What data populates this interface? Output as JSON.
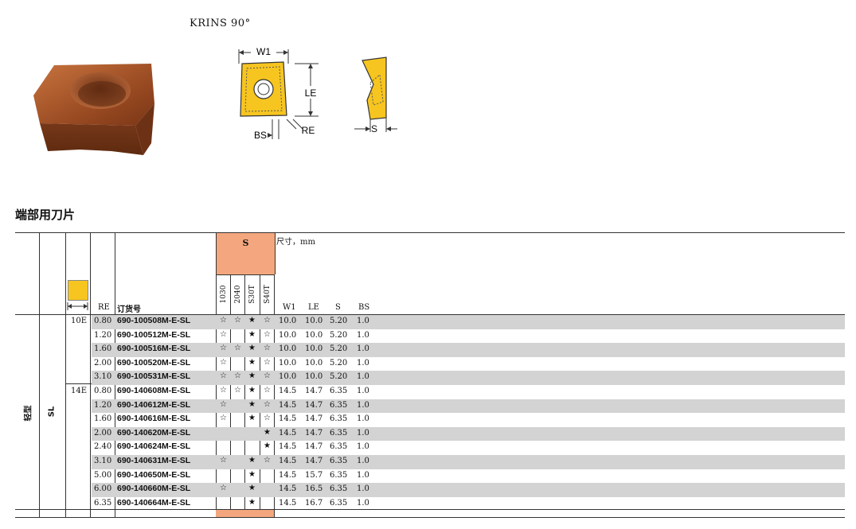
{
  "header": {
    "title": "KRINS 90°"
  },
  "diagram": {
    "w1": "W1",
    "le": "LE",
    "re": "RE",
    "bs": "BS",
    "s": "S"
  },
  "section": {
    "title": "端部用刀片"
  },
  "table": {
    "group_label": "S",
    "dims_title": "尺寸，mm",
    "re_header": "RE",
    "code_header": "订货号",
    "grades": [
      "1030",
      "2040",
      "S30T",
      "S40T"
    ],
    "dim_headers": [
      "W1",
      "LE",
      "S",
      "BS"
    ],
    "side_label_1": "轻型",
    "side_label_2": "SL",
    "rows": [
      {
        "size": "10E",
        "re": "0.80",
        "code": "690-100508M-E-SL",
        "g": [
          "☆",
          "☆",
          "★",
          "☆"
        ],
        "w1": "10.0",
        "le": "10.0",
        "s": "5.20",
        "bs": "1.0",
        "shade": true
      },
      {
        "size": "",
        "re": "1.20",
        "code": "690-100512M-E-SL",
        "g": [
          "☆",
          "",
          "★",
          "☆"
        ],
        "w1": "10.0",
        "le": "10.0",
        "s": "5.20",
        "bs": "1.0",
        "shade": false
      },
      {
        "size": "",
        "re": "1.60",
        "code": "690-100516M-E-SL",
        "g": [
          "☆",
          "☆",
          "★",
          "☆"
        ],
        "w1": "10.0",
        "le": "10.0",
        "s": "5.20",
        "bs": "1.0",
        "shade": true
      },
      {
        "size": "",
        "re": "2.00",
        "code": "690-100520M-E-SL",
        "g": [
          "☆",
          "",
          "★",
          "☆"
        ],
        "w1": "10.0",
        "le": "10.0",
        "s": "5.20",
        "bs": "1.0",
        "shade": false
      },
      {
        "size": "",
        "re": "3.10",
        "code": "690-100531M-E-SL",
        "g": [
          "☆",
          "☆",
          "★",
          "☆"
        ],
        "w1": "10.0",
        "le": "10.0",
        "s": "5.20",
        "bs": "1.0",
        "shade": true
      },
      {
        "size": "14E",
        "re": "0.80",
        "code": "690-140608M-E-SL",
        "g": [
          "☆",
          "☆",
          "★",
          "☆"
        ],
        "w1": "14.5",
        "le": "14.7",
        "s": "6.35",
        "bs": "1.0",
        "shade": false
      },
      {
        "size": "",
        "re": "1.20",
        "code": "690-140612M-E-SL",
        "g": [
          "☆",
          "",
          "★",
          "☆"
        ],
        "w1": "14.5",
        "le": "14.7",
        "s": "6.35",
        "bs": "1.0",
        "shade": true
      },
      {
        "size": "",
        "re": "1.60",
        "code": "690-140616M-E-SL",
        "g": [
          "☆",
          "",
          "★",
          "☆"
        ],
        "w1": "14.5",
        "le": "14.7",
        "s": "6.35",
        "bs": "1.0",
        "shade": false
      },
      {
        "size": "",
        "re": "2.00",
        "code": "690-140620M-E-SL",
        "g": [
          "",
          "",
          "",
          "★"
        ],
        "w1": "14.5",
        "le": "14.7",
        "s": "6.35",
        "bs": "1.0",
        "shade": true
      },
      {
        "size": "",
        "re": "2.40",
        "code": "690-140624M-E-SL",
        "g": [
          "",
          "",
          "",
          "★"
        ],
        "w1": "14.5",
        "le": "14.7",
        "s": "6.35",
        "bs": "1.0",
        "shade": false
      },
      {
        "size": "",
        "re": "3.10",
        "code": "690-140631M-E-SL",
        "g": [
          "☆",
          "",
          "★",
          "☆"
        ],
        "w1": "14.5",
        "le": "14.7",
        "s": "6.35",
        "bs": "1.0",
        "shade": true
      },
      {
        "size": "",
        "re": "5.00",
        "code": "690-140650M-E-SL",
        "g": [
          "",
          "",
          "★",
          ""
        ],
        "w1": "14.5",
        "le": "15.7",
        "s": "6.35",
        "bs": "1.0",
        "shade": false
      },
      {
        "size": "",
        "re": "6.00",
        "code": "690-140660M-E-SL",
        "g": [
          "☆",
          "",
          "★",
          ""
        ],
        "w1": "14.5",
        "le": "16.5",
        "s": "6.35",
        "bs": "1.0",
        "shade": true
      },
      {
        "size": "",
        "re": "6.35",
        "code": "690-140664M-E-SL",
        "g": [
          "",
          "",
          "★",
          ""
        ],
        "w1": "14.5",
        "le": "16.7",
        "s": "6.35",
        "bs": "1.0",
        "shade": false
      }
    ]
  },
  "colors": {
    "insert_bronze": "#a8552a",
    "diagram_yellow": "#f7c520",
    "group_orange": "#f4a77e",
    "row_shade": "#d3d3d3"
  }
}
